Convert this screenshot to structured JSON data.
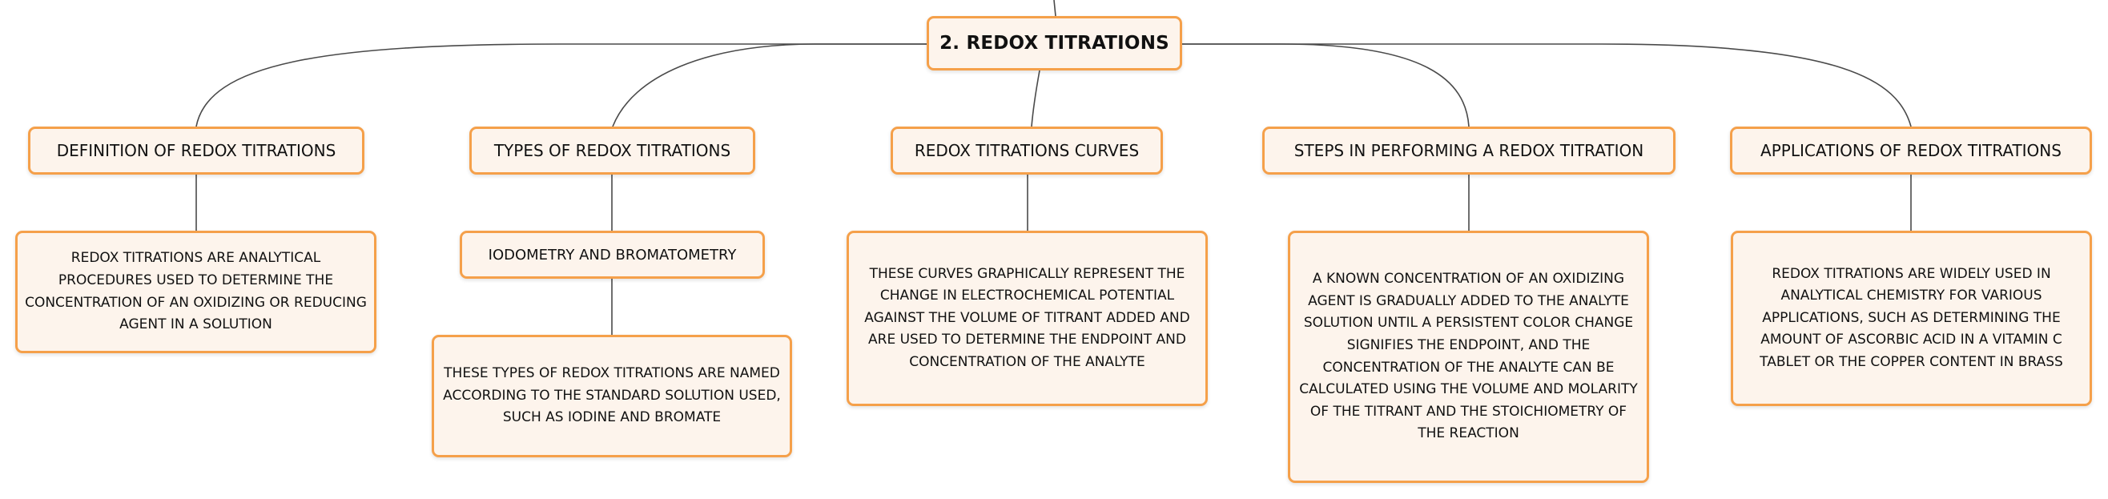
{
  "map": {
    "root": {
      "title": "2. REDOX TITRATIONS"
    },
    "branches": [
      {
        "title": "DEFINITION OF REDOX TITRATIONS",
        "detail": "REDOX TITRATIONS ARE ANALYTICAL PROCEDURES USED TO DETERMINE THE CONCENTRATION OF AN OXIDIZING OR REDUCING AGENT IN A SOLUTION"
      },
      {
        "title": "TYPES OF REDOX TITRATIONS",
        "subtopic": "IODOMETRY AND BROMATOMETRY",
        "detail": "THESE TYPES OF REDOX TITRATIONS ARE NAMED ACCORDING TO THE STANDARD SOLUTION USED, SUCH AS IODINE AND BROMATE"
      },
      {
        "title": "REDOX TITRATIONS CURVES",
        "detail": "THESE CURVES GRAPHICALLY REPRESENT THE CHANGE IN ELECTROCHEMICAL POTENTIAL AGAINST THE VOLUME OF TITRANT ADDED AND ARE USED TO DETERMINE THE ENDPOINT AND CONCENTRATION OF THE ANALYTE"
      },
      {
        "title": "STEPS IN PERFORMING A REDOX TITRATION",
        "detail": "A KNOWN CONCENTRATION OF AN OXIDIZING AGENT IS GRADUALLY ADDED TO THE ANALYTE SOLUTION UNTIL A PERSISTENT COLOR CHANGE SIGNIFIES THE ENDPOINT, AND THE CONCENTRATION OF THE ANALYTE CAN BE CALCULATED USING THE VOLUME AND MOLARITY OF THE TITRANT AND THE STOICHIOMETRY OF THE REACTION"
      },
      {
        "title": "APPLICATIONS OF REDOX TITRATIONS",
        "detail": "REDOX TITRATIONS ARE WIDELY USED IN ANALYTICAL CHEMISTRY FOR VARIOUS APPLICATIONS, SUCH AS DETERMINING THE AMOUNT OF ASCORBIC ACID IN A VITAMIN C TABLET OR THE COPPER CONTENT IN BRASS"
      }
    ]
  }
}
